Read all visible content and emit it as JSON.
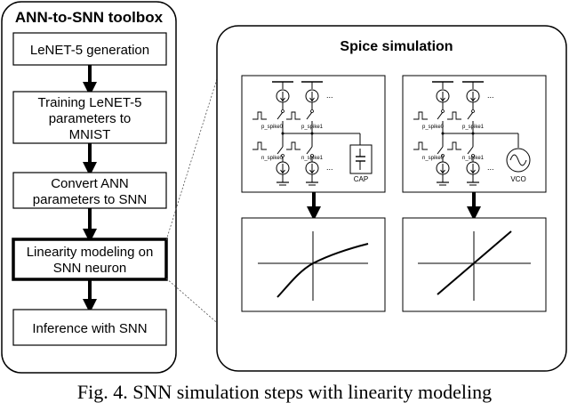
{
  "toolbox": {
    "title": "ANN-to-SNN toolbox",
    "steps": [
      {
        "lines": [
          "LeNET-5 generation"
        ]
      },
      {
        "lines": [
          "Training LeNET-5",
          "parameters to",
          "MNIST"
        ]
      },
      {
        "lines": [
          "Convert ANN",
          "parameters to SNN"
        ]
      },
      {
        "lines": [
          "Linearity modeling on",
          "SNN neuron"
        ]
      },
      {
        "lines": [
          "Inference with SNN"
        ]
      }
    ]
  },
  "spice": {
    "title": "Spice simulation",
    "left_circuit": {
      "top_label_a": "p_spike0",
      "top_label_b": "p_spike1",
      "bottom_label_a": "n_spike0",
      "bottom_label_b": "n_spike1",
      "ellipsis": "...",
      "load_label": "CAP"
    },
    "right_circuit": {
      "top_label_a": "p_spike0",
      "top_label_b": "p_spike1",
      "bottom_label_a": "n_spike0",
      "bottom_label_b": "n_spike1",
      "ellipsis": "...",
      "load_label": "VCO"
    }
  },
  "caption": "Fig. 4. SNN simulation steps with linearity modeling"
}
